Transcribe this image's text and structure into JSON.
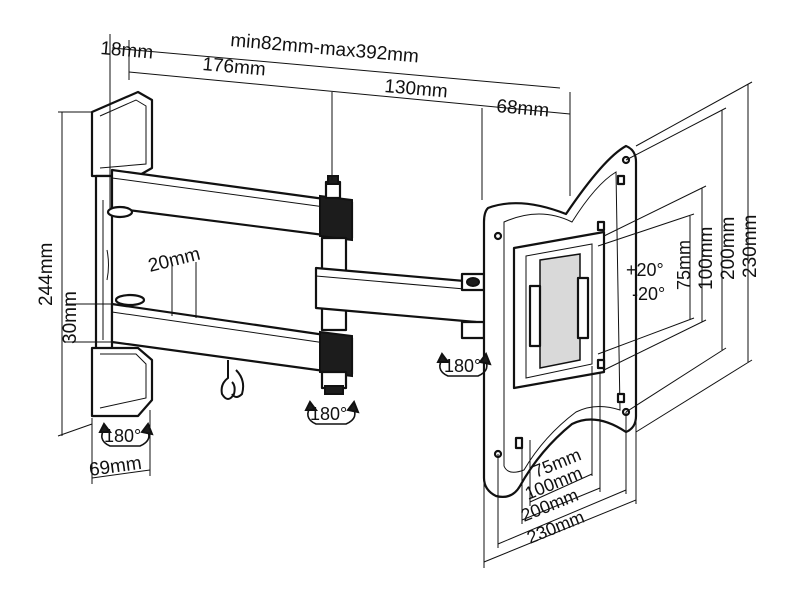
{
  "dimensions": {
    "arm_extension": "min82mm-max392mm",
    "wall_plate_depth": "18mm",
    "first_arm": "176mm",
    "second_arm": "130mm",
    "plate_offset": "68mm",
    "wall_plate_height": "244mm",
    "arm_gap": "20mm",
    "arm_thickness": "30mm",
    "wall_plate_width": "69mm",
    "vesa_h_75": "75mm",
    "vesa_h_100": "100mm",
    "vesa_h_200": "200mm",
    "vesa_h_230": "230mm",
    "vesa_v_75": "75mm",
    "vesa_v_100": "100mm",
    "vesa_v_200": "200mm",
    "vesa_v_230": "230mm"
  },
  "tilt": {
    "up": "+20°",
    "down": "-20°"
  },
  "rotations": {
    "wall_joint": "180°",
    "arm_joint": "180°",
    "plate_joint": "180°"
  }
}
